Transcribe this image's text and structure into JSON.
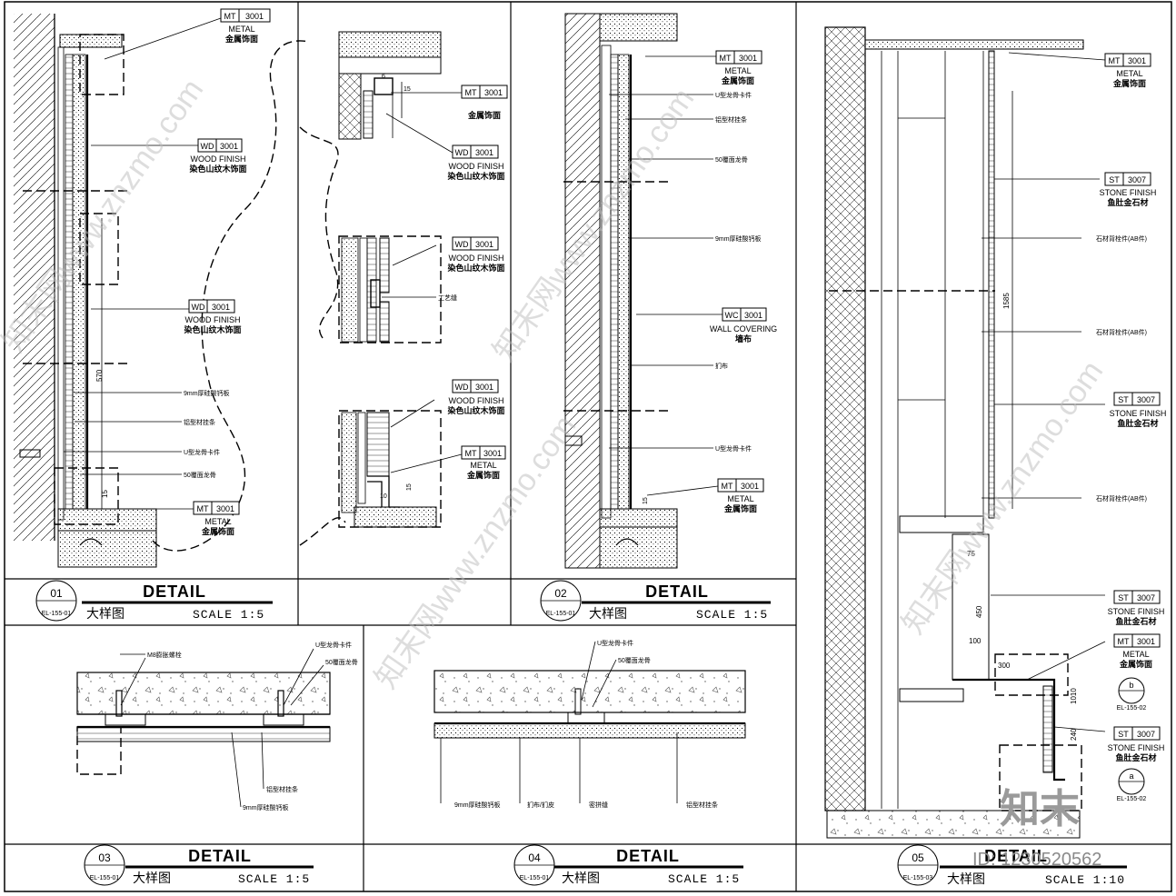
{
  "tags": {
    "mt3001": {
      "code": "MT",
      "num": "3001",
      "en": "METAL",
      "cn": "金属饰面"
    },
    "wd3001": {
      "code": "WD",
      "num": "3001",
      "en": "WOOD FINISH",
      "cn": "染色山纹木饰面"
    },
    "wc3001": {
      "code": "WC",
      "num": "3001",
      "en": "WALL COVERING",
      "cn": "墙布"
    },
    "st3007": {
      "code": "ST",
      "num": "3007",
      "en": "STONE FINISH",
      "cn": "鱼肚金石材"
    }
  },
  "notes": {
    "silicate_board": "9mm厚硅酸钙板",
    "aluminum_strip": "铝型材挂条",
    "u_clip": "U型龙骨卡件",
    "keel_50": "50覆面龙骨",
    "craft_seam": "工艺缝",
    "cloth": "扪布",
    "expansion_bolt": "M8膨胀螺栓",
    "cloth_leather": "扪布/扪皮",
    "tight_seam": "密拼缝",
    "stone_hanger": "石材背栓件(AB件)"
  },
  "dims": {
    "d570": "570",
    "d15": "15",
    "d10": "10",
    "d6": "6",
    "d1585": "1585",
    "d75": "75",
    "d450": "450",
    "d100": "100",
    "d300": "300",
    "d240": "240",
    "d1010": "1010"
  },
  "title_blocks": [
    {
      "num": "01",
      "sheet": "EL-155-01",
      "title": "DETAIL",
      "cn": "大样图",
      "scale": "SCALE 1:5"
    },
    {
      "num": "02",
      "sheet": "EL-155-01",
      "title": "DETAIL",
      "cn": "大样图",
      "scale": "SCALE 1:5"
    },
    {
      "num": "03",
      "sheet": "EL-155-01",
      "title": "DETAIL",
      "cn": "大样图",
      "scale": "SCALE 1:5"
    },
    {
      "num": "04",
      "sheet": "EL-155-01",
      "title": "DETAIL",
      "cn": "大样图",
      "scale": "SCALE 1:5"
    },
    {
      "num": "05",
      "sheet": "EL-155-03",
      "title": "DETAIL",
      "cn": "大样图",
      "scale": "SCALE 1:10"
    }
  ],
  "section_refs": [
    {
      "letter": "b",
      "sheet": "EL-155-02"
    },
    {
      "letter": "a",
      "sheet": "EL-155-02"
    }
  ],
  "watermark": {
    "text": "知末网www.znzmo.com",
    "id_label": "ID: 1230520562",
    "logo": "知末"
  }
}
